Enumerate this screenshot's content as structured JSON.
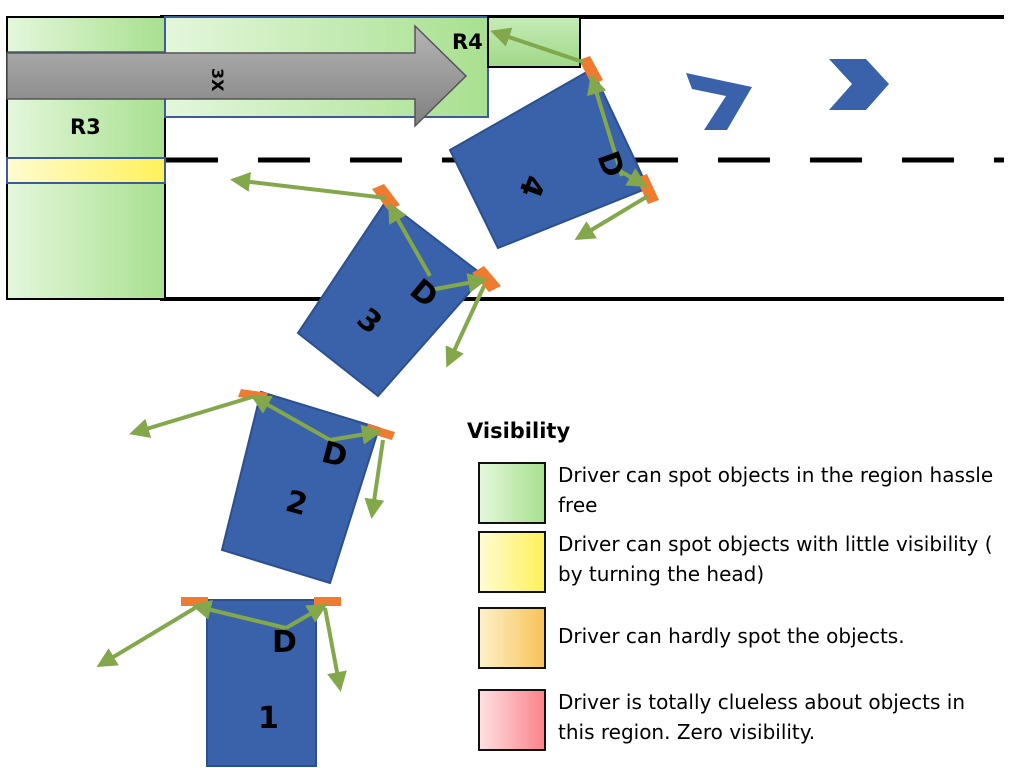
{
  "regions": {
    "r3_label": "R3",
    "r4_label": "R4",
    "arrow_label": "3X"
  },
  "cars": [
    {
      "number": "1",
      "driver": "D"
    },
    {
      "number": "2",
      "driver": "D"
    },
    {
      "number": "3",
      "driver": "D"
    },
    {
      "number": "4",
      "driver": "D"
    }
  ],
  "legend": {
    "title": "Visibility",
    "items": [
      {
        "text": "Driver can spot objects in the region hassle free",
        "color": "#b6e8a4"
      },
      {
        "text": "Driver can spot objects with little visibility ( by turning the head)",
        "color": "#fff47a"
      },
      {
        "text": "Driver can hardly spot the objects.",
        "color": "#f9cf72"
      },
      {
        "text": "Driver is totally clueless about objects in this region. Zero visibility.",
        "color": "#f98b90"
      }
    ]
  },
  "colors": {
    "car": "#3a62ab",
    "mirror": "#ee7b30",
    "sight_arrow": "#82a84b",
    "green_region": "#b6e8a4",
    "yellow_region": "#fff47a",
    "big_arrow": "#8f8f8f"
  }
}
